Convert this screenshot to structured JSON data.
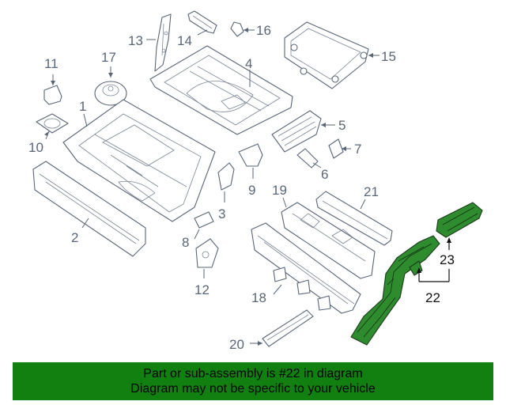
{
  "callouts": {
    "c1": "1",
    "c2": "2",
    "c3": "3",
    "c4": "4",
    "c5": "5",
    "c6": "6",
    "c7": "7",
    "c8": "8",
    "c9": "9",
    "c10": "10",
    "c11": "11",
    "c12": "12",
    "c13": "13",
    "c14": "14",
    "c15": "15",
    "c16": "16",
    "c17": "17",
    "c18": "18",
    "c19": "19",
    "c20": "20",
    "c21": "21",
    "c22": "22",
    "c23": "23"
  },
  "colors": {
    "highlight": "#2e8b2e",
    "banner": "#118011",
    "line": "#5a6676"
  },
  "banner": {
    "line1": "Part or sub-assembly is #22 in diagram",
    "line2": "Diagram may not be specific to your vehicle"
  }
}
